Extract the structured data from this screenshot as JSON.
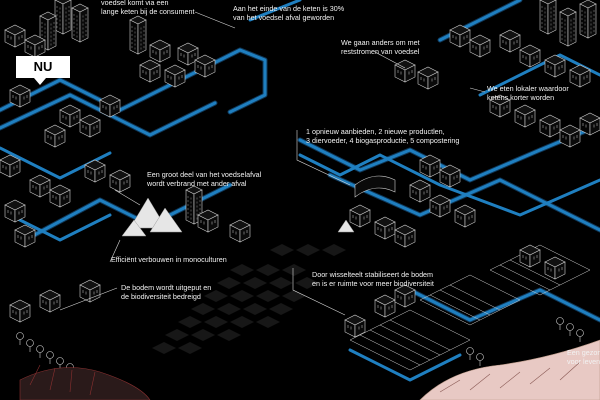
{
  "marker": {
    "label": "NU"
  },
  "labels": {
    "chain": "voedsel komt via een\nlange keten bij de consument",
    "waste30": "Aan het einde van de keten is 30%\nvan het voedsel afval geworden",
    "residual": "We gaan anders om met\nreststromen van voedsel",
    "local": "We eten lokaler waardoor\nketens korter worden",
    "options": "1 opnieuw aanbieden, 2 nieuwe productlen,\n3 diervoeder, 4 biogasproductie, 5 compostering",
    "burned": "Een groot deel van het voedselafval\nwordt verbrand met ander afval",
    "mono": "Efficiënt verbouwen in monoculturen",
    "soil_bad": "De bodem wordt uitgeput en\nde biodiversiteit bedreigd",
    "soil_good": "Door wisselteelt stabiliseert de bodem\nen is er ruimte voor meer biodiversiteit",
    "healthy": "Een gezond\nvoor leven"
  },
  "colors": {
    "background": "#000000",
    "flow": "#1f7fc0",
    "flow_dark": "#14466e",
    "line": "#d9d9d9",
    "text": "#f2f2f2"
  }
}
